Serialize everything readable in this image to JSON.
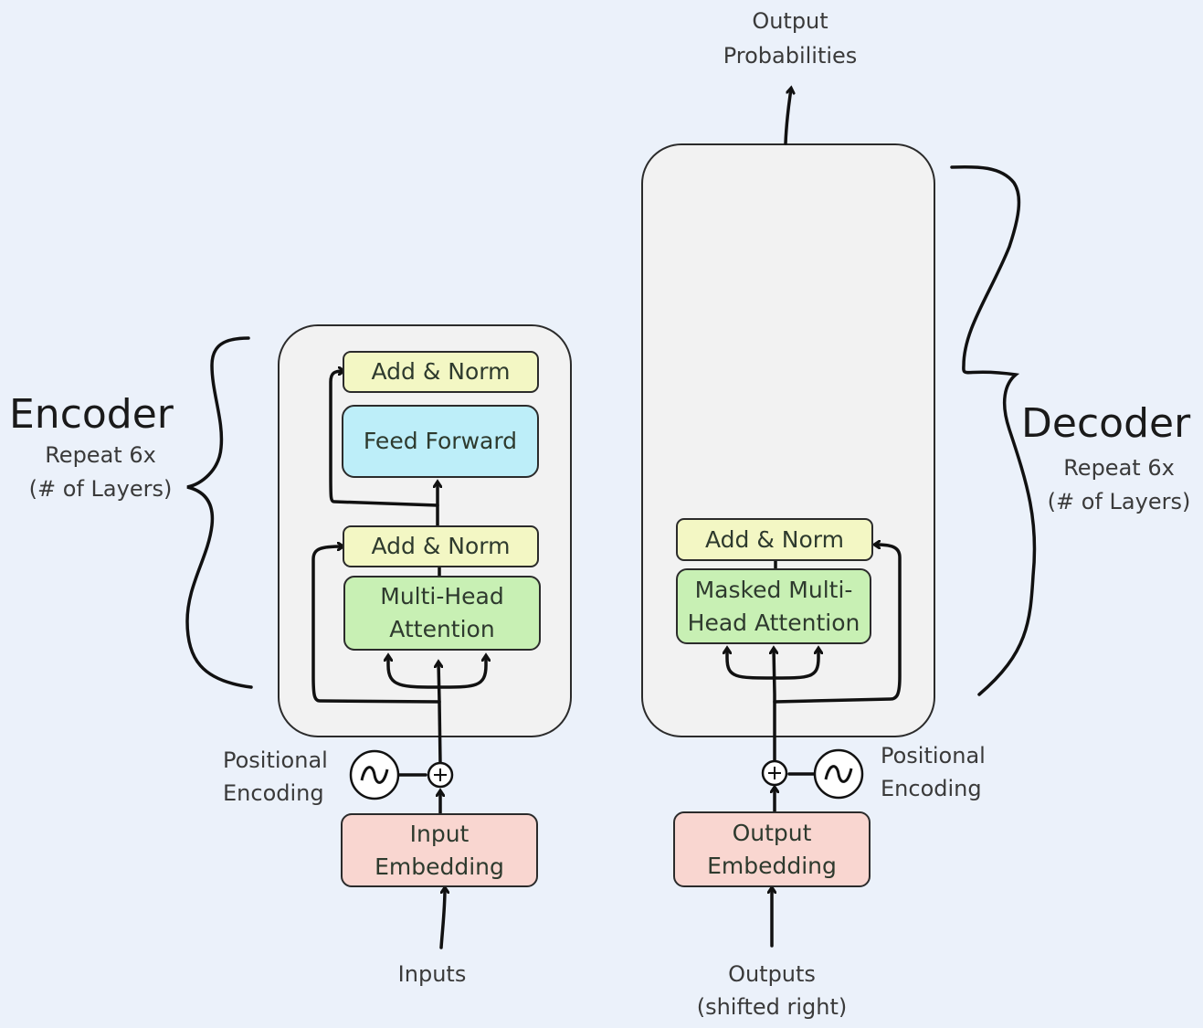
{
  "title": "Transformer Architecture",
  "encoder": {
    "title": "Encoder",
    "repeat": "Repeat 6x",
    "layers_note": "(# of Layers)",
    "blocks": {
      "add_norm_top": "Add & Norm",
      "feed_forward": "Feed Forward",
      "add_norm_bottom": "Add & Norm",
      "attention_line1": "Multi-Head",
      "attention_line2": "Attention"
    },
    "embedding_line1": "Input",
    "embedding_line2": "Embedding",
    "positional_line1": "Positional",
    "positional_line2": "Encoding",
    "input_label": "Inputs"
  },
  "decoder": {
    "title": "Decoder",
    "repeat": "Repeat 6x",
    "layers_note": "(# of Layers)",
    "blocks": {
      "add_norm": "Add & Norm",
      "attention_line1": "Masked Multi-",
      "attention_line2": "Head Attention"
    },
    "embedding_line1": "Output",
    "embedding_line2": "Embedding",
    "positional_line1": "Positional",
    "positional_line2": "Encoding",
    "input_line1": "Outputs",
    "input_line2": "(shifted right)"
  },
  "output": {
    "line1": "Output",
    "line2": "Probabilities"
  },
  "icons": {
    "sine": "sine-wave-icon",
    "plus": "add-circle-icon"
  },
  "colors": {
    "background": "#ebf1fa",
    "stack": "#f2f2f2",
    "add_norm": "#f3f7c4",
    "feed_forward": "#bdeef9",
    "attention": "#c8f0b4",
    "embedding": "#f9d6d0"
  }
}
